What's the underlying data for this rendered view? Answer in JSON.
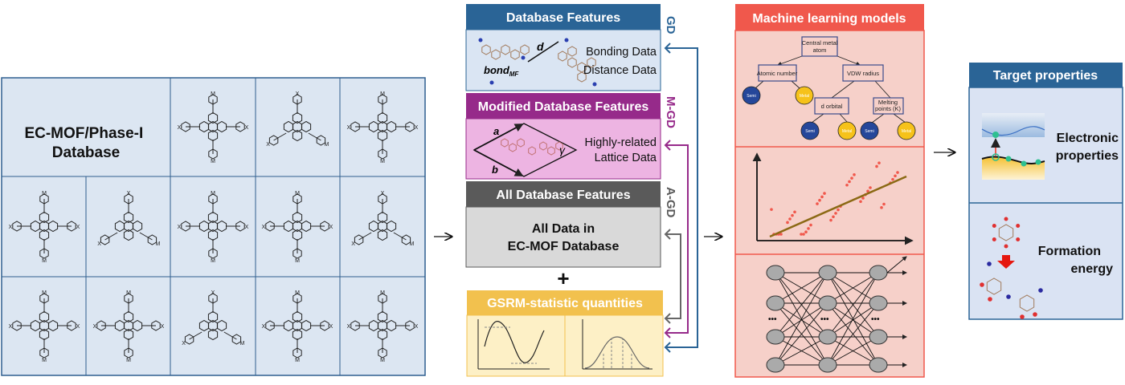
{
  "database_panel": {
    "title_line1": "EC-MOF/Phase-I",
    "title_line2": "Database",
    "ligand_atom_labels": [
      "X",
      "M"
    ]
  },
  "features": {
    "gd": {
      "title": "Database Features",
      "tag": "GD",
      "line1": "Bonding Data",
      "line2": "Distance Data",
      "label_d": "d",
      "label_bond": "bond",
      "label_bond_sub": "MF",
      "color": "#2a6496"
    },
    "mgd": {
      "title": "Modified Database Features",
      "tag": "M-GD",
      "line1": "Highly-related",
      "line2": "Lattice Data",
      "label_a": "a",
      "label_b": "b",
      "label_gamma": "γ",
      "color": "#962a8a"
    },
    "agd": {
      "title": "All Database Features",
      "tag": "A-GD",
      "line1": "All Data in",
      "line2": "EC-MOF Database",
      "color": "#5a5a5a"
    },
    "plus": "+",
    "gsrm": {
      "title": "GSRM-statistic quantities",
      "color": "#f2c14e"
    }
  },
  "ml": {
    "title": "Machine learning models",
    "color": "#f0584c",
    "tree": {
      "root": [
        "Central metal",
        "atom"
      ],
      "atomic": "Atomic number",
      "vdw": "VDW radius",
      "dorb": "d orbital",
      "melt": [
        "Melting",
        "points (K)"
      ],
      "leaf_semi": "Semi",
      "leaf_metal": "Metal"
    },
    "nn_ellipsis": "•••"
  },
  "target": {
    "title": "Target properties",
    "electronic": [
      "Electronic",
      "properties"
    ],
    "formation": [
      "Formation",
      "energy"
    ]
  }
}
